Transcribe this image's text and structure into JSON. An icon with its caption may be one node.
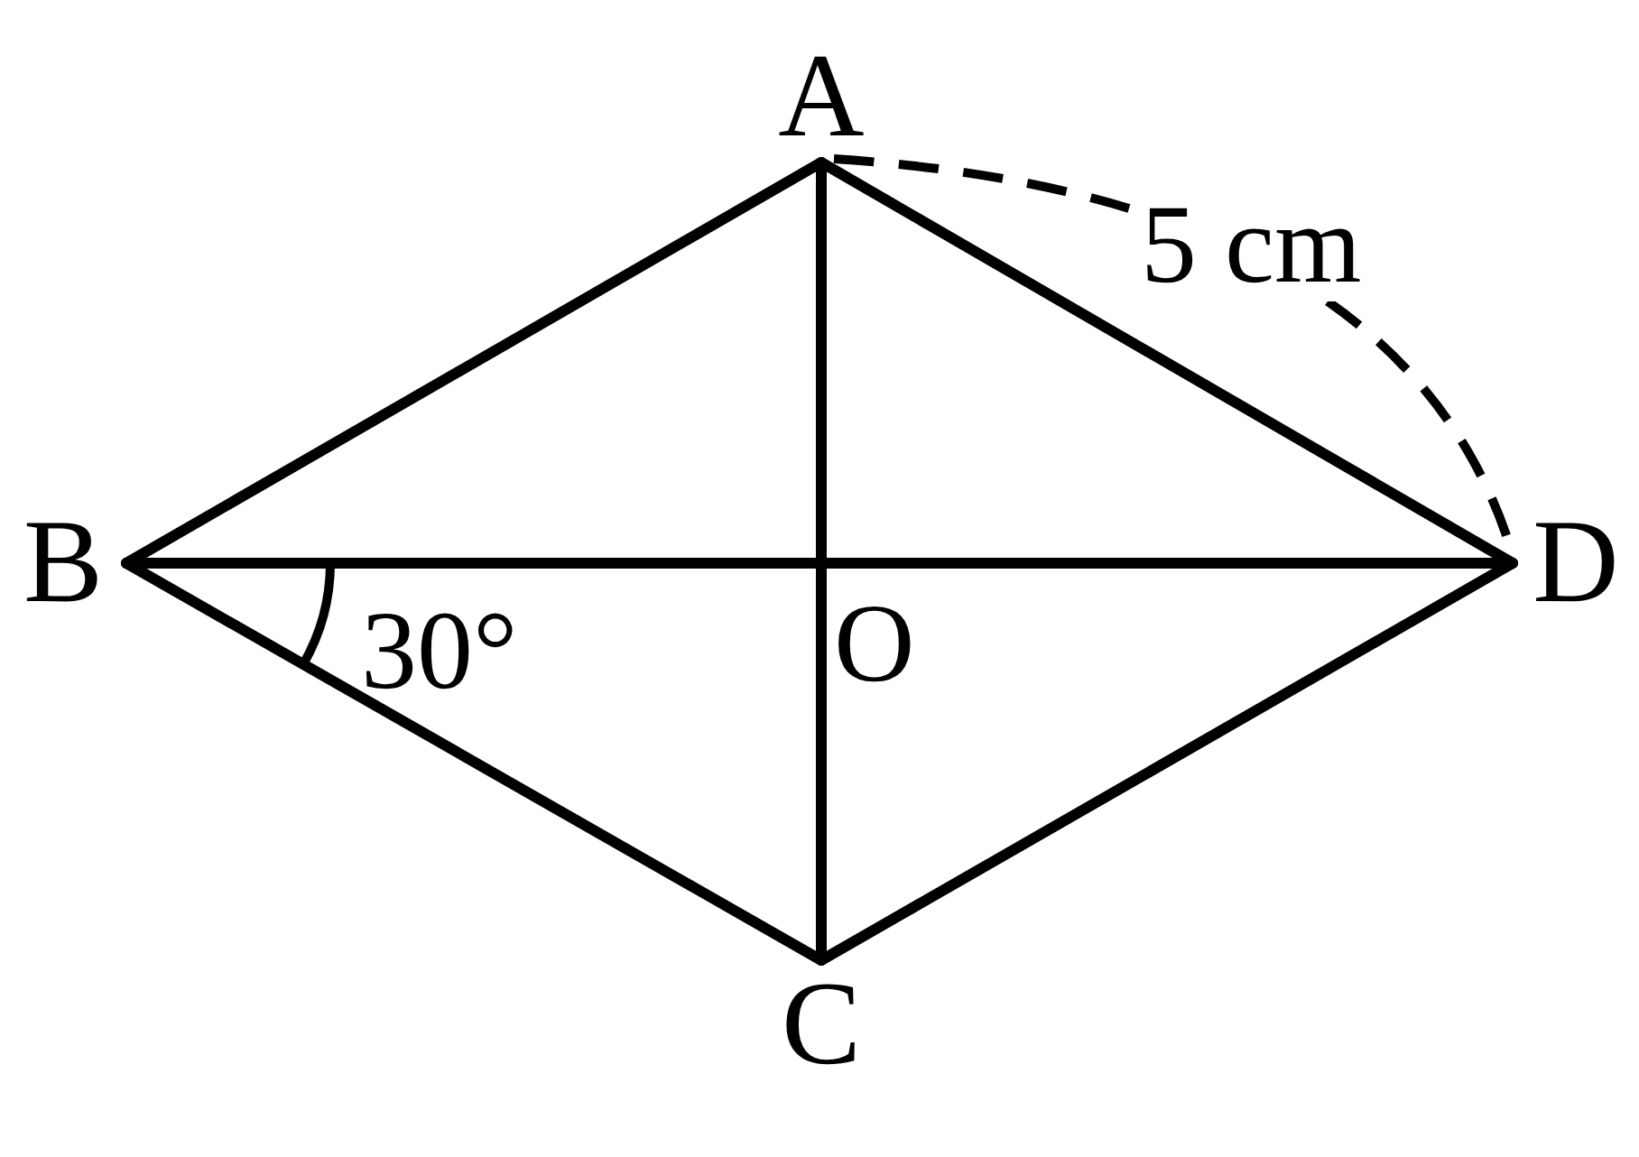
{
  "diagram": {
    "nodes": [
      {
        "text": [
          "A"
        ]
      },
      {
        "text": [
          "B"
        ]
      },
      {
        "text": [
          "D"
        ]
      },
      {
        "text": [
          "C"
        ]
      }
    ],
    "edges": [
      {
        "from": 0,
        "to": 1,
        "arrow": "none"
      },
      {
        "from": 0,
        "to": 2,
        "arrow": "none"
      },
      {
        "from": 1,
        "to": 3,
        "arrow": "none"
      },
      {
        "from": 3,
        "to": 2,
        "arrow": "none"
      },
      {
        "from": 0,
        "to": 3,
        "arrow": "none"
      },
      {
        "from": 1,
        "to": 2,
        "arrow": "none"
      }
    ],
    "labels": [
      "5 cm",
      "30°",
      "O"
    ]
  }
}
